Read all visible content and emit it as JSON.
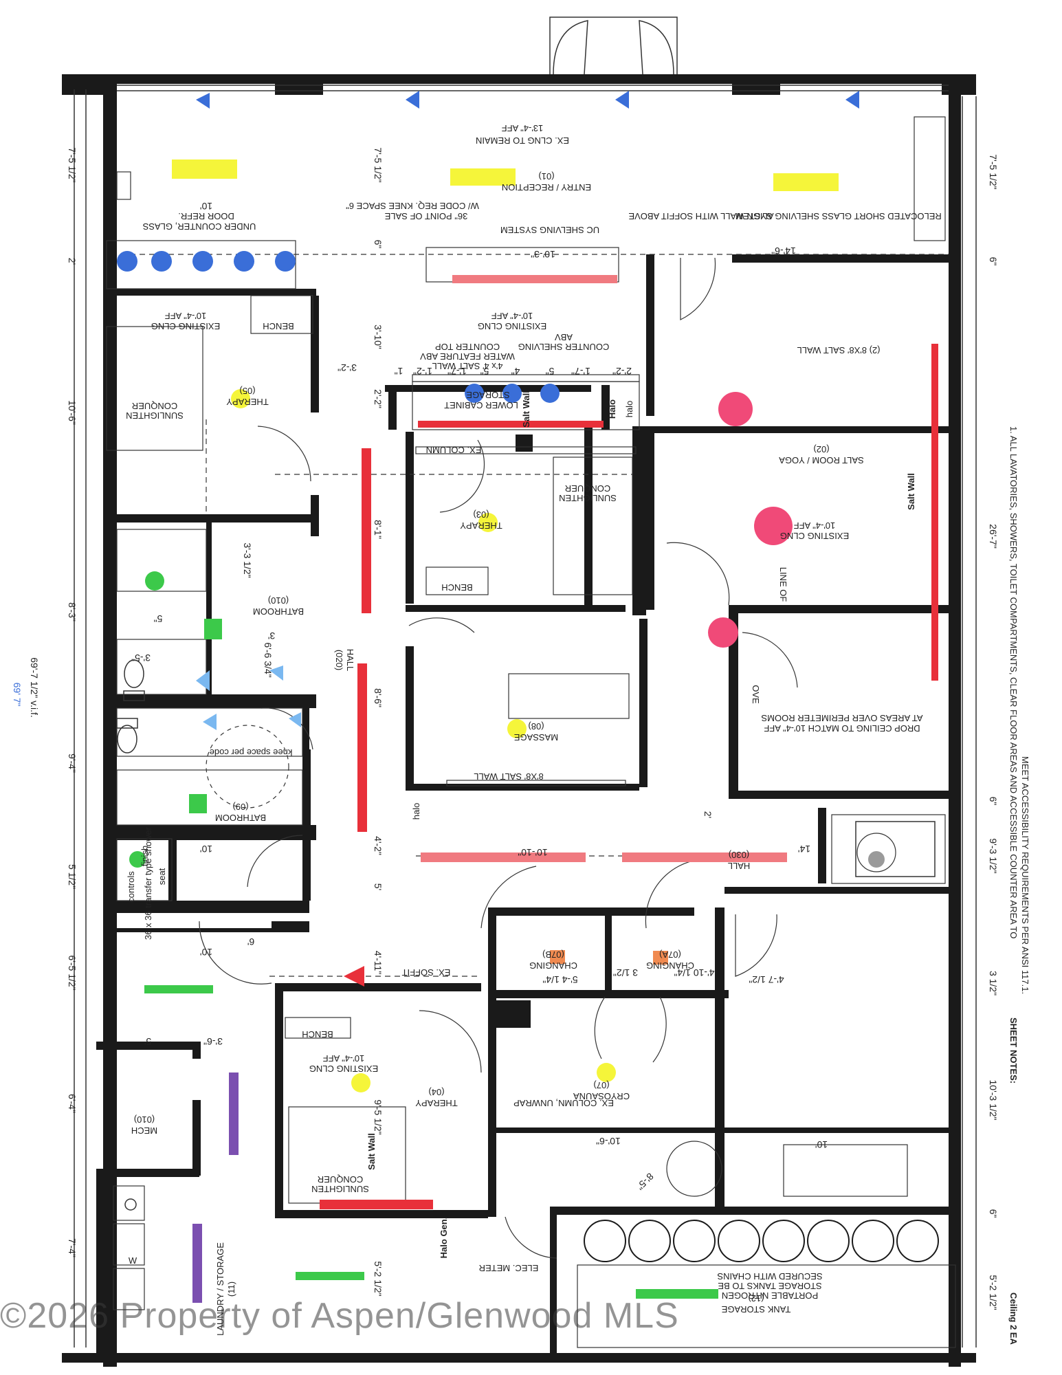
{
  "rooms": {
    "entry": {
      "name": "ENTRY / RECEPTION",
      "num": "(01)"
    },
    "salt_room": {
      "name": "SALT ROOM / YOGA",
      "num": "(02)"
    },
    "therapy_03": {
      "name": "THERAPY",
      "num": "(03)"
    },
    "therapy_04": {
      "name": "THERAPY",
      "num": "(04)"
    },
    "therapy_05": {
      "name": "THERAPY",
      "num": "(05)"
    },
    "cryosauna": {
      "name": "CRYOSAUNA",
      "num": "(07)"
    },
    "changing_07a": {
      "name": "CHANGING",
      "num": "(07A)"
    },
    "changing_07b": {
      "name": "CHANGING",
      "num": "(07B)"
    },
    "massage": {
      "name": "MASSAGE",
      "num": "(08)"
    },
    "bathroom_09": {
      "name": "BATHROOM",
      "num": "(09)"
    },
    "bathroom_010": {
      "name": "BATHROOM",
      "num": "(010)"
    },
    "mech": {
      "name": "MECH",
      "num": "(010)"
    },
    "laundry": {
      "name": "LAUNDRY / STORAGE",
      "num": "(11)"
    },
    "tank_storage": {
      "name": "TANK STORAGE",
      "num": "(12)"
    },
    "hall_020": {
      "name": "HALL",
      "num": "(020)"
    },
    "hall_030": {
      "name": "HALL",
      "num": "(030)"
    }
  },
  "notes": {
    "ex_clng_remain": "EX. CLNG TO REMAIN",
    "clng_134": "13'-4\" AFF",
    "existing_clng": "EXISTING CLNG",
    "clng_104": "10'-4\" AFF",
    "under_counter": "UNDER COUNTER, GLASS",
    "door_refr": "DOOR REFR.",
    "pos_36": "36\" POINT OF SALE",
    "pos_code": "W/ CODE REQ. KNEE SPACE 6\"",
    "uc_shelving": "UC SHELVING SYSTEM",
    "align_wall": "ALIGN WALL WITH SOFFIT ABOVE",
    "relocated_glass": "RELOCATED SHORT GLASS SHELVING SYSTEM",
    "salt_wall_2": "(2) 8'X8' SALT WALL",
    "salt_wall_8x8": "8'X8' SALT WALL",
    "salt_wall_4x4": "4'x 4' SALT WALL",
    "water_feature": "WATER FEATURE ABV",
    "counter_top": "COUNTER TOP",
    "counter_shelving": "COUNTER SHELVING",
    "abv": "ABV",
    "lower_cabinet": "LOWER CABINET",
    "storage": "STORAGE",
    "ex_column": "EX. COLUMN",
    "ex_column_unwrap": "EX. COLUMN, UNWRAP",
    "ex_soffit": "EX. SOFFIT",
    "drop_ceiling": "DROP CEILING TO MATCH 10'-4\" AFF",
    "drop_ceiling_2": "AT AREAS OVER PERIMETER ROOMS",
    "bench": "BENCH",
    "sunlighten": "SUNLIGHTEN",
    "conquer": "CONQUER",
    "salt_wall_label": "Salt Wall",
    "halo": "Halo",
    "halo_small": "halo",
    "halo_gen": "Halo Gen.",
    "elec_meter": "ELEC. METER",
    "tanks_line1": "PORTABLE NITROGEN",
    "tanks_line2": "STORAGE TANKS TO BE",
    "tanks_line3": "SECURED WITH CHAINS",
    "shower_transfer": "36 x 36 transfer type shower",
    "seat": "seat",
    "controls": "controls",
    "finish": "finish",
    "knee_space": "knee space per code",
    "line_of": "LINE OF",
    "ove": "OVE",
    "washer": "W"
  },
  "dimensions": {
    "top_row": [
      "7'-5 1/2\"",
      "7'-5 1/2\"",
      "7'-5 1/2\""
    ],
    "d10": "10'",
    "d10_3": "10'-3\"",
    "d14_6": "14'-6\"",
    "d6": "6\"",
    "d2": "2'",
    "d10_6": "10'-6\"",
    "d26_7": "26'-7\"",
    "d8_3": "8'-3\"",
    "d9_4": "9'-4\"",
    "d5_half": "5 1/2\"",
    "d6_5half": "6'-5 1/2\"",
    "d6_4": "6'-4\"",
    "d7_4": "7'-4\"",
    "d69": "69'-7 1/2\" v.i.f.",
    "d3_10": "3'-10\"",
    "d3_2": "3'-2\"",
    "d2_2": "2'-2\"",
    "d1": "1\"",
    "d1_2": "1'-2\"",
    "d1_7": "1'-7\"",
    "d5": "5\"",
    "d4": "4\"",
    "d8_1": "8'-1\"",
    "d8_6": "8'-6\"",
    "d3_3half": "3'-3 1/2\"",
    "d6_6": "6'-6 3/4\"",
    "d3_5": "3'-5\"",
    "d10_10": "10'-10\"",
    "d9_3half": "9'-3 1/2\"",
    "d3_half": "3 1/2\"",
    "d10_3half": "10'-3 1/2\"",
    "d5_2half": "5'-2 1/2\"",
    "d4_11": "4'-11\"",
    "d4_2": "4'-2\"",
    "d9_5half": "9'-5 1/2\"",
    "d5_2": "5'-2 1/2\"",
    "d10_6b": "10'-6\"",
    "d8_5": "8'-5\"",
    "d3_6": "3'-6\"",
    "d4_10": "4'-10 1/4\"",
    "d3_1half": "3 1/2\"",
    "d5_4": "5'-4 1/4\"",
    "d4_7": "4'-7 1/2\"",
    "d14": "14'",
    "d3": "3'",
    "d5f": "5'",
    "d6f": "6'",
    "d5_small": "5\""
  },
  "sheet_notes": {
    "title": "SHEET NOTES:",
    "line1": "1. ALL LAVATORIES, SHOWERS, TOILET COMPARTMENTS, CLEAR FLOOR AREAS AND ACCESSIBLE COUNTER AREA TO",
    "line2": "MEET ACCESSIBILITY REQUIREMENTS PER ANSI 117.1."
  },
  "legend": {
    "ceiling": "Ceiling  2 EA"
  },
  "margin_note": "69' 7\"",
  "watermark": "©2026 Property of Aspen/Glenwood MLS",
  "colors": {
    "wall": "#1a1a1a",
    "red": "#e8303a",
    "pink": "#f07a80",
    "yellow": "#f5f53a",
    "blue": "#3a6ed8",
    "green": "#3cc94a",
    "purple": "#7b4fb0",
    "orange": "#f08a50",
    "magenta": "#f04a78"
  }
}
